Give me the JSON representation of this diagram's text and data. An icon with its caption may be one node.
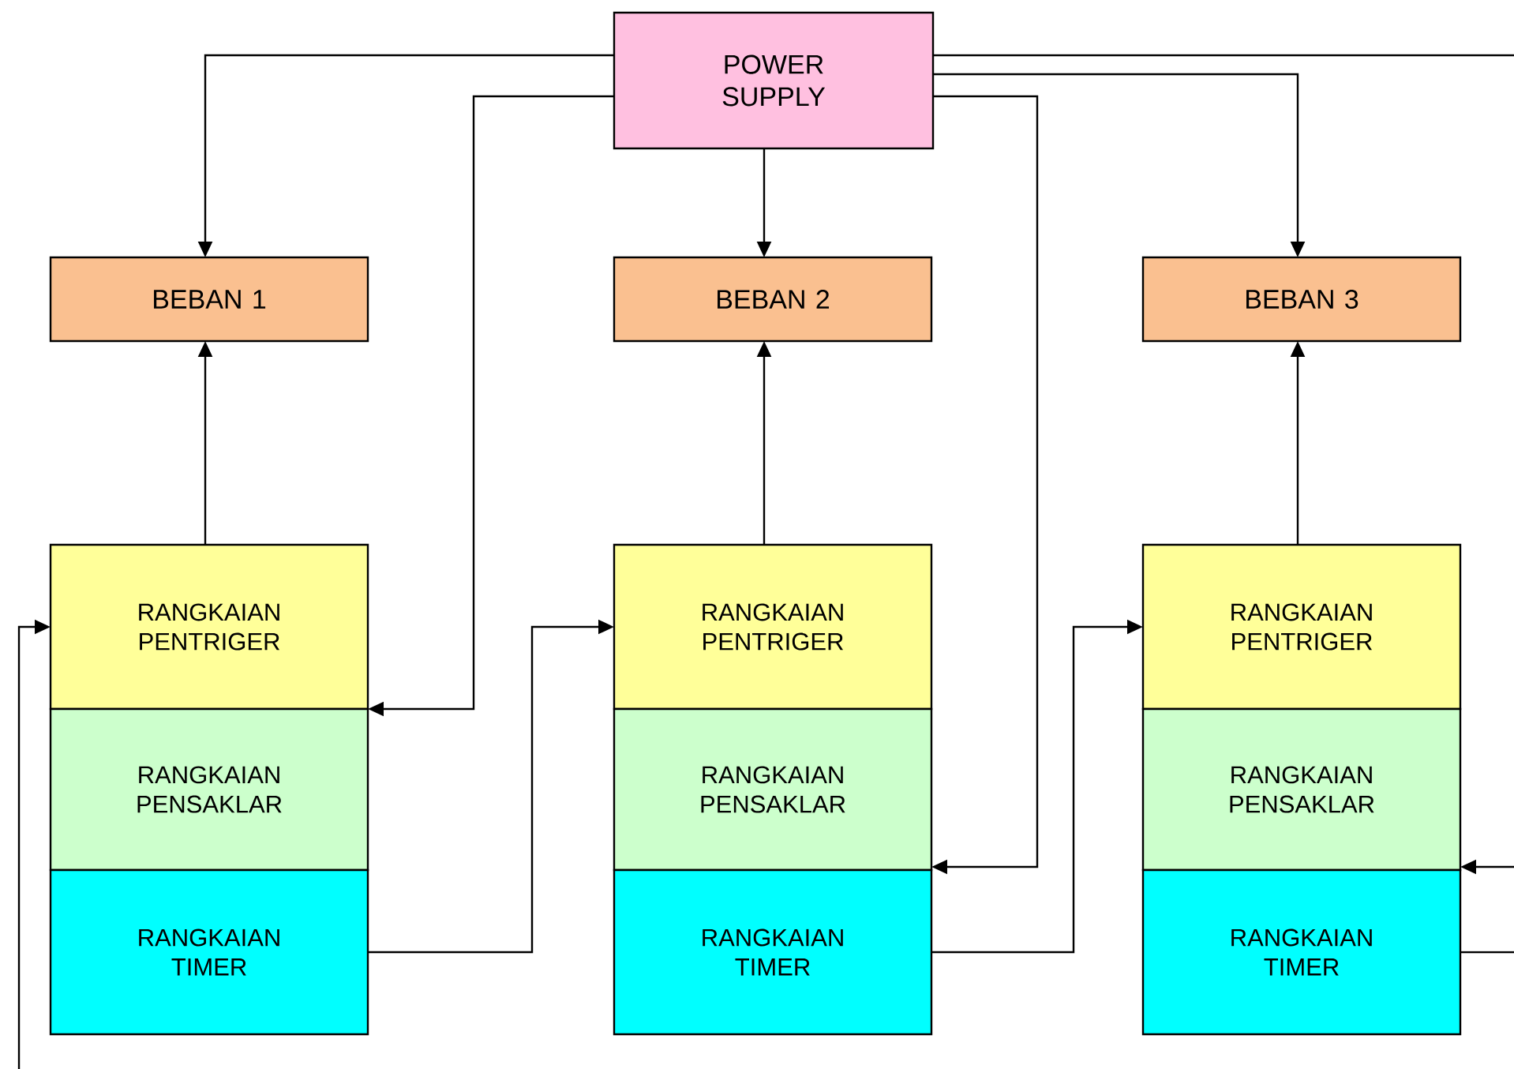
{
  "diagram": {
    "nodes": [
      {
        "text": [
          "POWER SUPPLY"
        ]
      },
      {
        "text": [
          "BEBAN 1"
        ]
      },
      {
        "text": [
          "BEBAN 2"
        ]
      },
      {
        "text": [
          "BEBAN 3"
        ]
      },
      {
        "text": [
          "RANGKAIAN PENTRIGER"
        ]
      },
      {
        "text": [
          "RANGKAIAN PENSAKLAR"
        ]
      },
      {
        "text": [
          "RANGKAIAN TIMER"
        ]
      },
      {
        "text": [
          "RANGKAIAN PENTRIGER"
        ]
      },
      {
        "text": [
          "RANGKAIAN PENSAKLAR"
        ]
      },
      {
        "text": [
          "RANGKAIAN TIMER"
        ]
      },
      {
        "text": [
          "RANGKAIAN PENTRIGER"
        ]
      },
      {
        "text": [
          "RANGKAIAN PENSAKLAR"
        ]
      },
      {
        "text": [
          "RANGKAIAN TIMER"
        ]
      }
    ],
    "edges": [
      {
        "from": 0,
        "to": 1,
        "arrow": "to"
      },
      {
        "from": 0,
        "to": 5,
        "arrow": "to"
      },
      {
        "from": 0,
        "to": 2,
        "arrow": "to"
      },
      {
        "from": 0,
        "to": 3,
        "arrow": "to"
      },
      {
        "from": 0,
        "to": 8,
        "arrow": "to"
      },
      {
        "from": 0,
        "to": null,
        "arrow": "none"
      },
      {
        "from": 4,
        "to": 1,
        "arrow": "to"
      },
      {
        "from": 7,
        "to": 2,
        "arrow": "to"
      },
      {
        "from": 10,
        "to": 3,
        "arrow": "to"
      },
      {
        "from": 6,
        "to": 7,
        "arrow": "to"
      },
      {
        "from": 9,
        "to": 10,
        "arrow": "to"
      },
      {
        "from": null,
        "to": 4,
        "arrow": "to"
      },
      {
        "from": null,
        "to": 11,
        "arrow": "to"
      },
      {
        "from": 12,
        "to": null,
        "arrow": "none"
      }
    ]
  }
}
